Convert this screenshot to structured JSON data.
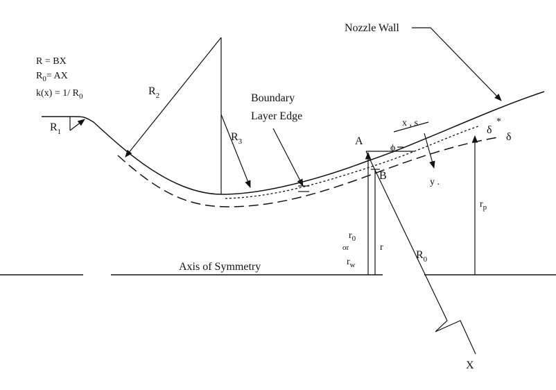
{
  "legend": {
    "line1": "R  = BX",
    "line2_pre": "R",
    "line2_sub": "0",
    "line2_post": "= AX",
    "line3_pre": "k(x) = 1/ R",
    "line3_sub": "0"
  },
  "labels": {
    "nozzle_wall": "Nozzle Wall",
    "boundary_1": "Boundary",
    "boundary_2": "Layer Edge",
    "axis": "Axis of Symmetry",
    "r1": "R",
    "r1_sub": "1",
    "r2": "R",
    "r2_sub": "2",
    "r3": "R",
    "r3_sub": "3",
    "r0": "R",
    "r0_sub": "0",
    "xs": "x , s",
    "delta_star": "δ",
    "star": "*",
    "delta": "δ",
    "A": "A",
    "B": "B",
    "phi": "ϕ",
    "y": "y .",
    "rp": "r",
    "rp_sub": "p",
    "ro_or": "or",
    "ro_r": "r",
    "ro_sub": "0",
    "r": "r",
    "rw": "r",
    "rw_sub": "w",
    "X": "X"
  }
}
